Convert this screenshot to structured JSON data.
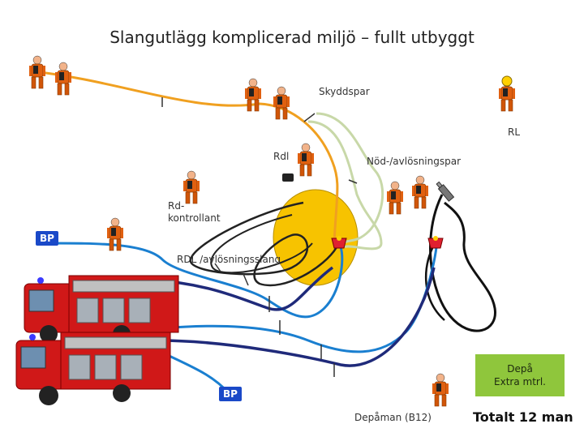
{
  "title": "Slangutlägg komplicerad miljö – fullt utbyggt",
  "labels": {
    "skyddspar": "Skyddspar",
    "rl": "RL",
    "rdl": "Rdl",
    "nod_avlosningspar": "Nöd-/avlösningspar",
    "rd_kontrollant_line1": "Rd-",
    "rd_kontrollant_line2": "kontrollant",
    "rdl_avlosningsslang": "RDL /avlösningsslang",
    "depaman": "Depåman (B12)",
    "bp_top": "BP",
    "bp_bottom": "BP"
  },
  "depa_box": {
    "line1": "Depå",
    "line2": "Extra mtrl."
  },
  "total": "Totalt 12 man",
  "colors": {
    "hose_orange": "#f0a020",
    "hose_light": "#c8d8a8",
    "hose_blue": "#1a7fd0",
    "hose_navy": "#1f2a7a",
    "hose_black": "#111111",
    "smoke_zone": "#f7c300",
    "truck_red": "#d01818",
    "firefighter": "#e06010",
    "bp_badge": "#1a49c8",
    "depa_green": "#8fc63c"
  },
  "icons": [
    "firefighter-icon",
    "fire-truck-icon",
    "nozzle-icon",
    "distributor-icon"
  ]
}
